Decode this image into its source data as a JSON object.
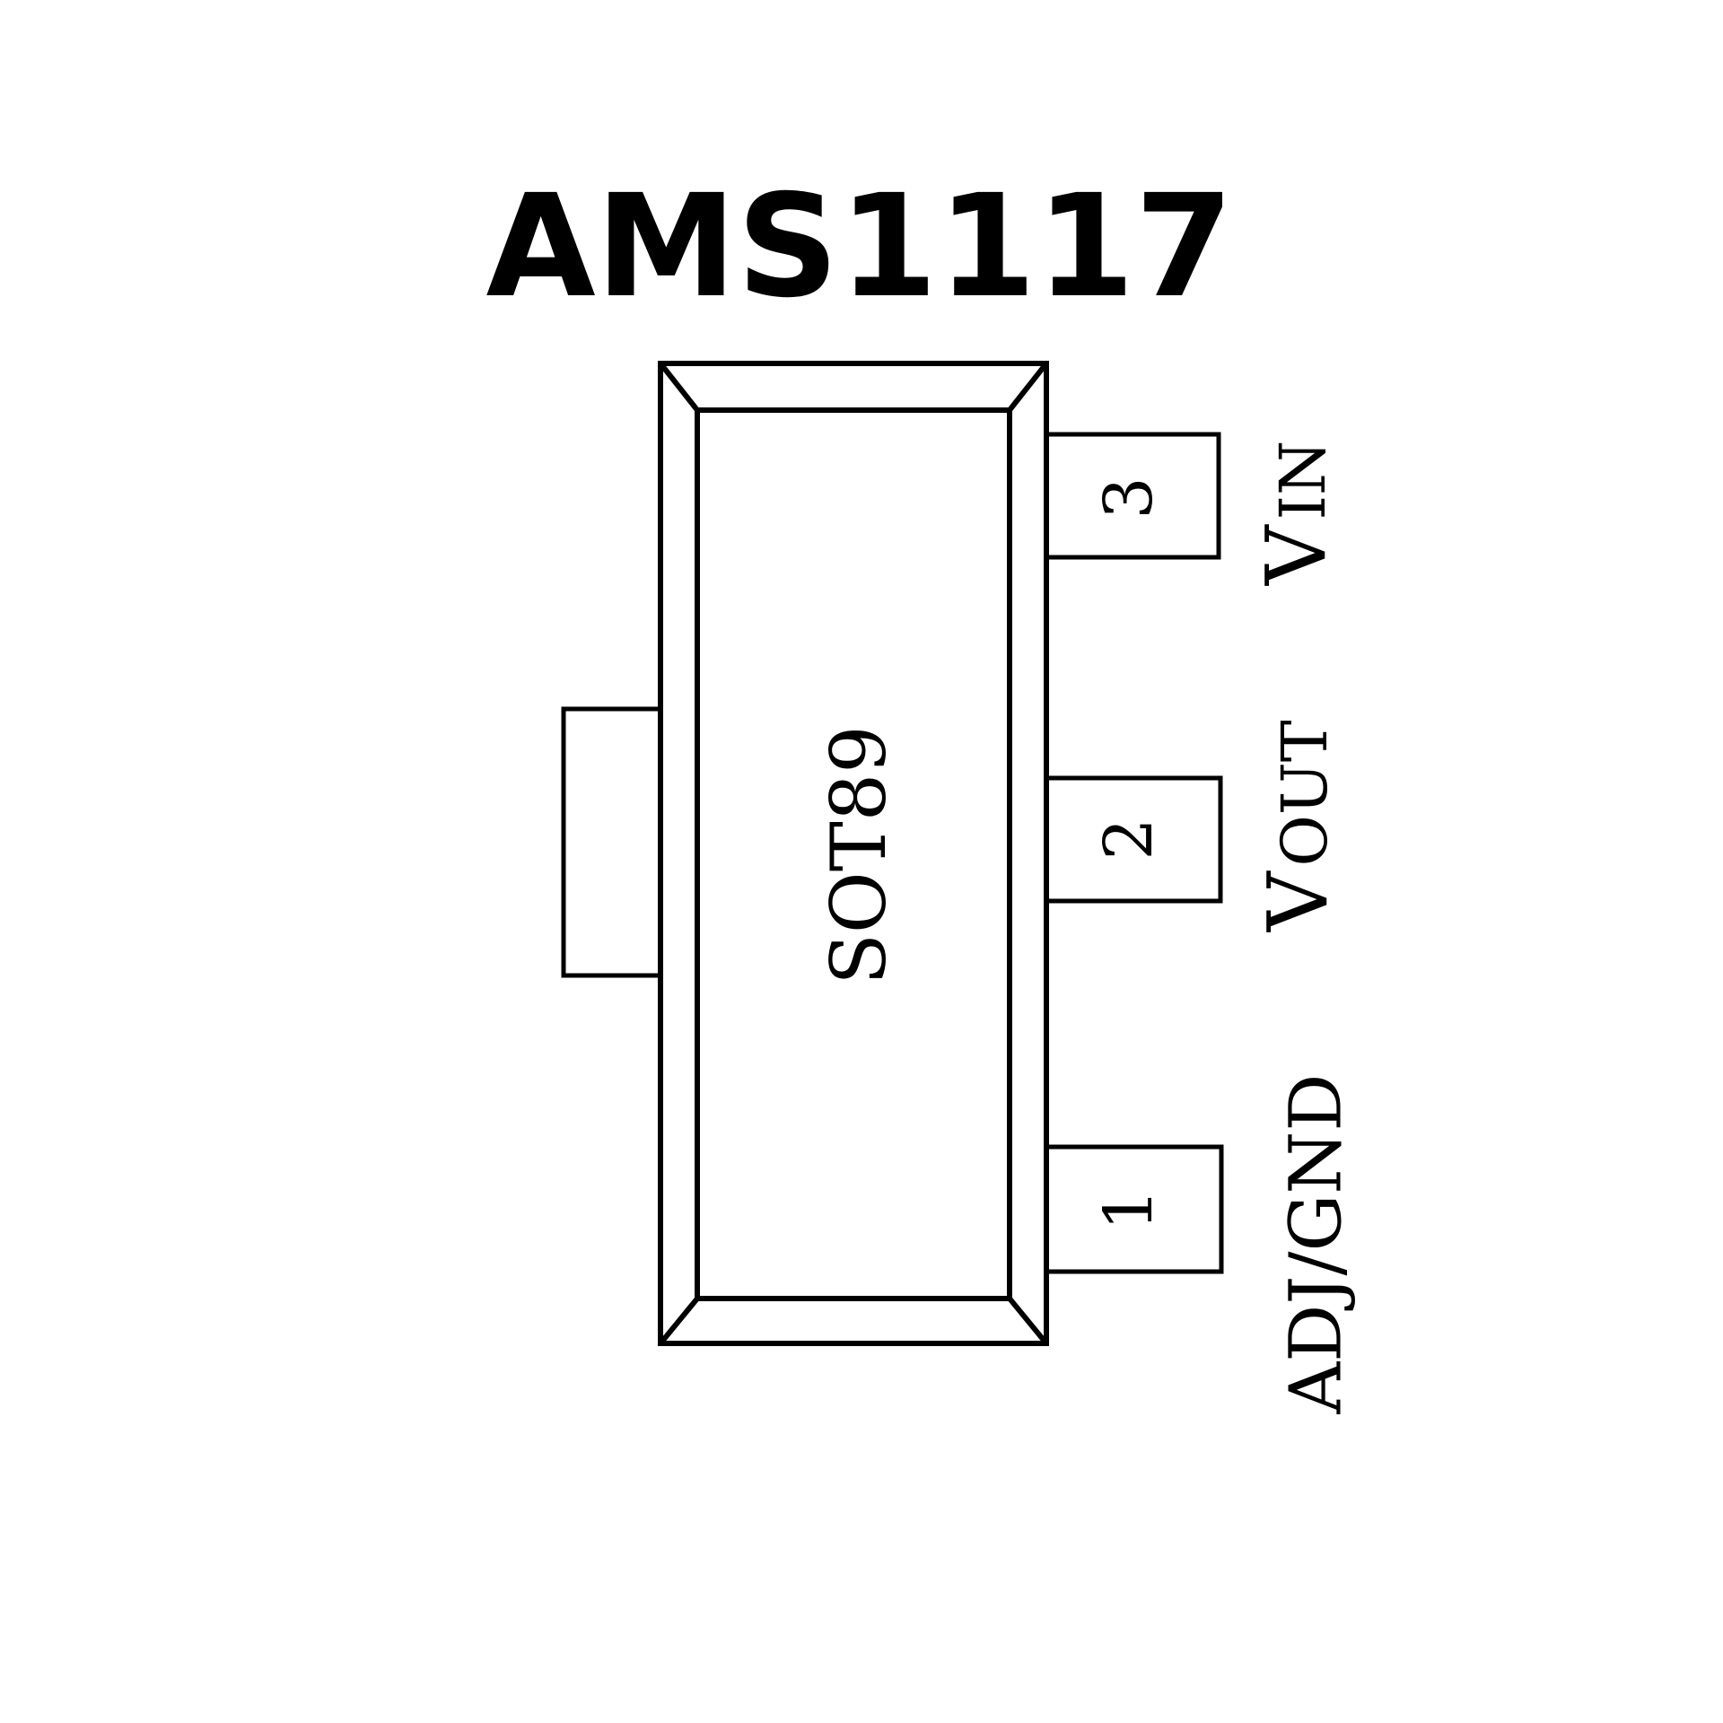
{
  "title": "AMS1117",
  "package": {
    "name": "SOT89"
  },
  "colors": {
    "background": "#ffffff",
    "ink": "#000000"
  },
  "pins": [
    {
      "number": "3",
      "label_main": "V",
      "label_sub": "IN",
      "function": "VIN"
    },
    {
      "number": "2",
      "label_main": "V",
      "label_sub": "OUT",
      "function": "VOUT"
    },
    {
      "number": "1",
      "label": "ADJ/GND",
      "function": "ADJ/GND"
    }
  ]
}
